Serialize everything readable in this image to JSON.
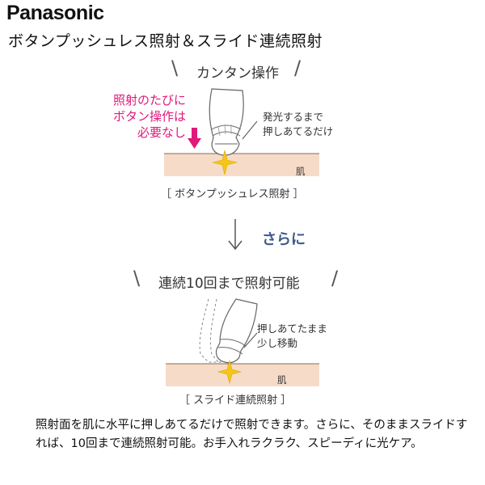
{
  "brand": {
    "logo_text": "Panasonic"
  },
  "headline": "ボタンプッシュレス照射＆スライド連続照射",
  "step1": {
    "title": "カンタン操作",
    "pink_note_lines": [
      "照射のたびに",
      "ボタン操作は",
      "必要なし"
    ],
    "note_lines": [
      "発光するまで",
      "押しあてるだけ"
    ],
    "skin_label": "肌",
    "caption": "［ ボタンプッシュレス照射 ］"
  },
  "transition": {
    "label": "さらに"
  },
  "step2": {
    "title": "連続10回まで照射可能",
    "note_lines": [
      "押しあてたまま",
      "少し移動"
    ],
    "skin_label": "肌",
    "caption": "［ スライド連続照射 ］"
  },
  "description": "照射面を肌に水平に押しあてるだけで照射できます。さらに、そのままスライドすれば、10回まで連続照射可能。お手入れラクラク、スピーディに光ケア。",
  "colors": {
    "accent_pink": "#e0197a",
    "skin": "#f6dcc8",
    "sparkle": "#f5c518",
    "sarani_blue": "#3e5a8a"
  }
}
